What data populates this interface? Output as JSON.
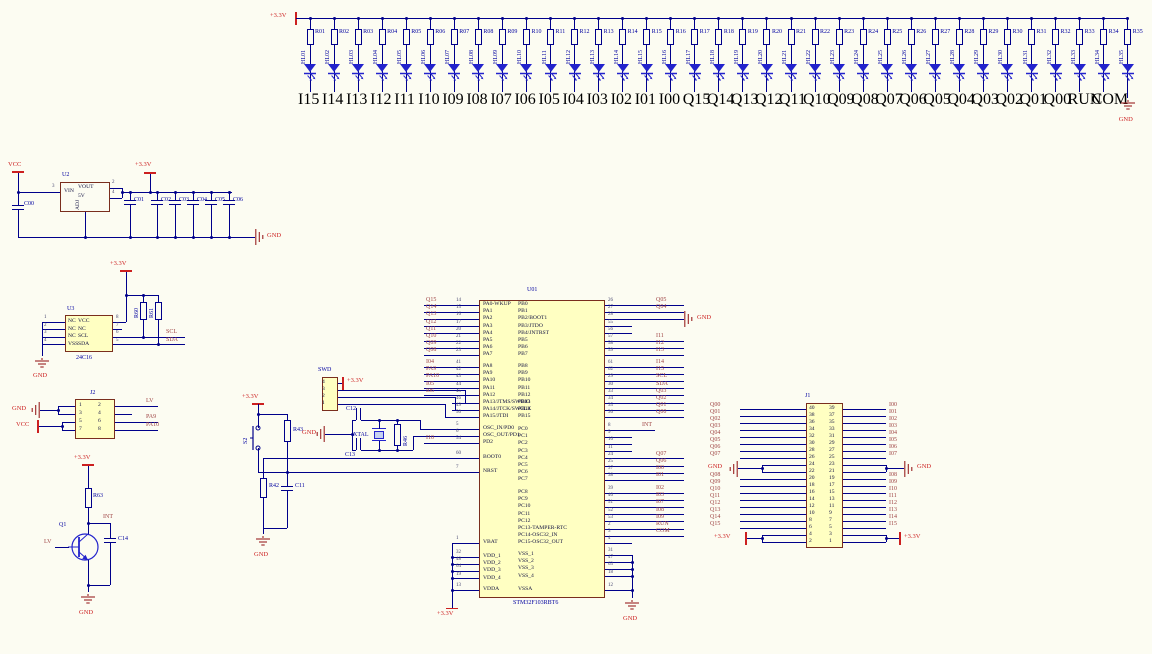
{
  "colors": {
    "background": "#FCFCF2",
    "wire": "#00008B",
    "led": "#2323CC",
    "net_label": "#9E4343",
    "power_label": "#CC2020",
    "ground": "#992222",
    "designator": "#0000A0",
    "pin_number": "#44446E",
    "pin_name": "#101040",
    "ic_fill": "#FFFFC2",
    "ic_border": "#7A2E1E",
    "xtal_fill": "#C6D2F0"
  },
  "led_array": {
    "rail_label": "+3.3V",
    "gnd_label": "GND",
    "columns": [
      {
        "r": "R01",
        "hl": "HL01",
        "net": "I15"
      },
      {
        "r": "R02",
        "hl": "HL02",
        "net": "I14"
      },
      {
        "r": "R03",
        "hl": "HL03",
        "net": "I13"
      },
      {
        "r": "R04",
        "hl": "HL04",
        "net": "I12"
      },
      {
        "r": "R05",
        "hl": "HL05",
        "net": "I11"
      },
      {
        "r": "R06",
        "hl": "HL06",
        "net": "I10"
      },
      {
        "r": "R07",
        "hl": "HL07",
        "net": "I09"
      },
      {
        "r": "R08",
        "hl": "HL08",
        "net": "I08"
      },
      {
        "r": "R09",
        "hl": "HL09",
        "net": "I07"
      },
      {
        "r": "R10",
        "hl": "HL10",
        "net": "I06"
      },
      {
        "r": "R11",
        "hl": "HL11",
        "net": "I05"
      },
      {
        "r": "R12",
        "hl": "HL12",
        "net": "I04"
      },
      {
        "r": "R13",
        "hl": "HL13",
        "net": "I03"
      },
      {
        "r": "R14",
        "hl": "HL14",
        "net": "I02"
      },
      {
        "r": "R15",
        "hl": "HL15",
        "net": "I01"
      },
      {
        "r": "R16",
        "hl": "HL16",
        "net": "I00"
      },
      {
        "r": "R17",
        "hl": "HL17",
        "net": "Q15"
      },
      {
        "r": "R18",
        "hl": "HL18",
        "net": "Q14"
      },
      {
        "r": "R19",
        "hl": "HL19",
        "net": "Q13"
      },
      {
        "r": "R20",
        "hl": "HL20",
        "net": "Q12"
      },
      {
        "r": "R21",
        "hl": "HL21",
        "net": "Q11"
      },
      {
        "r": "R22",
        "hl": "HL22",
        "net": "Q10"
      },
      {
        "r": "R23",
        "hl": "HL23",
        "net": "Q09"
      },
      {
        "r": "R24",
        "hl": "HL24",
        "net": "Q08"
      },
      {
        "r": "R25",
        "hl": "HL25",
        "net": "Q07"
      },
      {
        "r": "R26",
        "hl": "HL26",
        "net": "Q06"
      },
      {
        "r": "R27",
        "hl": "HL27",
        "net": "Q05"
      },
      {
        "r": "R28",
        "hl": "HL28",
        "net": "Q04"
      },
      {
        "r": "R29",
        "hl": "HL29",
        "net": "Q03"
      },
      {
        "r": "R30",
        "hl": "HL30",
        "net": "Q02"
      },
      {
        "r": "R31",
        "hl": "HL31",
        "net": "Q01"
      },
      {
        "r": "R32",
        "hl": "HL32",
        "net": "Q00"
      },
      {
        "r": "R33",
        "hl": "HL33",
        "net": "RUN"
      },
      {
        "r": "R34",
        "hl": "HL34",
        "net": "COM"
      },
      {
        "r": "R35",
        "hl": "HL35",
        "net": ""
      }
    ]
  },
  "regulator": {
    "designator": "U2",
    "vcc_label": "VCC",
    "v33_label": "+3.3V",
    "gnd_label": "GND",
    "vin": "VIN",
    "vout": "VOUT",
    "aux": "5V",
    "adj": "ADJ",
    "pin_in": "3",
    "pin_out": "2",
    "pin_aux": "4",
    "caps": [
      "C00",
      "C01",
      "C02",
      "C03",
      "C04",
      "C05",
      "C06"
    ]
  },
  "eeprom": {
    "designator": "U3",
    "part": "24C16",
    "v33_label": "+3.3V",
    "gnd_label": "GND",
    "left_pins": [
      [
        "1",
        "NC"
      ],
      [
        "2",
        "NC"
      ],
      [
        "3",
        "NC"
      ],
      [
        "4",
        "VSS"
      ]
    ],
    "right_pins": [
      [
        "8",
        "VCC"
      ],
      [
        "7",
        "NC"
      ],
      [
        "6",
        "SCL"
      ],
      [
        "5",
        "SDA"
      ]
    ],
    "pullups": [
      "R60",
      "R61"
    ],
    "scl": "SCL",
    "sda": "SDA"
  },
  "j2": {
    "designator": "J2",
    "gnd_label": "GND",
    "vcc_label": "VCC",
    "left_pins": [
      "1",
      "3",
      "5",
      "7"
    ],
    "right_pins": [
      "2",
      "4",
      "6",
      "8"
    ],
    "right_nets": [
      "LV",
      "",
      "PA9",
      "PA10"
    ]
  },
  "q1": {
    "designator": "Q1",
    "v33_label": "+3.3V",
    "gnd_label": "GND",
    "resistor": "R63",
    "cap": "C14",
    "int_net": "INT",
    "lv_net": "LV"
  },
  "swd": {
    "designator": "SWD",
    "v33_label": "+3.3V",
    "pins": [
      "4",
      "3",
      "2",
      "1"
    ]
  },
  "reset_osc": {
    "v33_label": "+3.3V",
    "gnd_label": "GND",
    "button": "S2",
    "r43": "R43",
    "r42": "R42",
    "r46": "R46",
    "c11": "C11",
    "c12": "C12",
    "c13": "C13",
    "xtal": "XTAL"
  },
  "mcu": {
    "designator": "U01",
    "part": "STM32F103RBT6",
    "v33_label": "+3.3V",
    "gnd_label": "GND",
    "left_groups": [
      [
        [
          "14",
          "PA0-WKUP",
          "Q15"
        ],
        [
          "15",
          "PA1",
          "Q14"
        ],
        [
          "16",
          "PA2",
          "Q13"
        ],
        [
          "17",
          "PA3",
          "Q12"
        ],
        [
          "20",
          "PA4",
          "Q11"
        ],
        [
          "21",
          "PA5",
          "Q10"
        ],
        [
          "22",
          "PA6",
          "Q09"
        ],
        [
          "23",
          "PA7",
          "Q08"
        ]
      ],
      [
        [
          "41",
          "PA8",
          "I04"
        ],
        [
          "42",
          "PA9",
          "PA9"
        ],
        [
          "43",
          "PA10",
          "PA10"
        ],
        [
          "44",
          "PA11",
          "I05"
        ],
        [
          "45",
          "PA12",
          "I06"
        ],
        [
          "46",
          "PA13/JTMS/SWDIO",
          ""
        ],
        [
          "49",
          "PA14/JTCK/SWCLK",
          ""
        ],
        [
          "50",
          "PA15/JTDI",
          ""
        ]
      ],
      [
        [
          "5",
          "OSC_IN/PD0",
          ""
        ],
        [
          "6",
          "OSC_OUT/PD1",
          ""
        ],
        [
          "54",
          "PD2",
          "I10"
        ]
      ],
      [
        [
          "60",
          "BOOT0",
          ""
        ]
      ],
      [
        [
          "7",
          "NRST",
          ""
        ]
      ],
      [
        [
          "1",
          "VBAT",
          ""
        ]
      ],
      [
        [
          "32",
          "VDD_1",
          ""
        ],
        [
          "48",
          "VDD_2",
          ""
        ],
        [
          "64",
          "VDD_3",
          ""
        ],
        [
          "19",
          "VDD_4",
          ""
        ]
      ],
      [
        [
          "13",
          "VDDA",
          ""
        ]
      ]
    ],
    "right_groups": [
      [
        [
          "26",
          "PB0",
          "Q05"
        ],
        [
          "27",
          "PB1",
          "Q04"
        ],
        [
          "28",
          "PB2/BOOT1",
          "GND"
        ],
        [
          "55",
          "PB3/JTDO",
          ""
        ],
        [
          "56",
          "PB4/JNTRST",
          ""
        ],
        [
          "57",
          "PB5",
          "I11"
        ],
        [
          "58",
          "PB6",
          "I12"
        ],
        [
          "59",
          "PB7",
          "I13"
        ]
      ],
      [
        [
          "61",
          "PB8",
          "I14"
        ],
        [
          "62",
          "PB9",
          "I15"
        ],
        [
          "29",
          "PB10",
          "SCL"
        ],
        [
          "30",
          "PB11",
          "SDA"
        ],
        [
          "33",
          "PB12",
          "Q03"
        ],
        [
          "34",
          "PB13",
          "Q02"
        ],
        [
          "35",
          "PB14",
          "Q01"
        ],
        [
          "36",
          "PB15",
          "Q00"
        ]
      ],
      [
        [
          "8",
          "PC0",
          "INT"
        ],
        [
          "9",
          "PC1",
          ""
        ],
        [
          "10",
          "PC2",
          ""
        ],
        [
          "11",
          "PC3",
          ""
        ],
        [
          "24",
          "PC4",
          "Q07"
        ],
        [
          "25",
          "PC5",
          "Q06"
        ],
        [
          "37",
          "PC6",
          "I00"
        ],
        [
          "38",
          "PC7",
          "I01"
        ]
      ],
      [
        [
          "39",
          "PC8",
          "I02"
        ],
        [
          "40",
          "PC9",
          "I03"
        ],
        [
          "51",
          "PC10",
          "I07"
        ],
        [
          "52",
          "PC11",
          "I08"
        ],
        [
          "53",
          "PC12",
          "I09"
        ],
        [
          "2",
          "PC13-TAMPER-RTC",
          "RUN"
        ],
        [
          "3",
          "PC14-OSC32_IN",
          "COM"
        ],
        [
          "4",
          "PC15-OSC32_OUT",
          ""
        ]
      ],
      [
        [
          "31",
          "VSS_1",
          ""
        ],
        [
          "47",
          "VSS_2",
          ""
        ],
        [
          "63",
          "VSS_3",
          ""
        ],
        [
          "18",
          "VSS_4",
          ""
        ]
      ],
      [
        [
          "12",
          "VSSA",
          ""
        ]
      ]
    ]
  },
  "j1": {
    "designator": "J1",
    "gnd_label": "GND",
    "v33_label": "+3.3V",
    "left_pins": [
      "40",
      "38",
      "36",
      "34",
      "32",
      "30",
      "28",
      "26",
      "24",
      "22",
      "20",
      "18",
      "16",
      "14",
      "12",
      "10",
      "8",
      "6",
      "4",
      "2"
    ],
    "right_pins": [
      "39",
      "37",
      "35",
      "33",
      "31",
      "29",
      "27",
      "25",
      "23",
      "21",
      "19",
      "17",
      "15",
      "13",
      "11",
      "9",
      "7",
      "5",
      "3",
      "1"
    ],
    "left_nets_top": [
      "Q00",
      "Q01",
      "Q02",
      "Q03",
      "Q04",
      "Q05",
      "Q06",
      "Q07"
    ],
    "left_nets_bottom": [
      "Q08",
      "Q09",
      "Q10",
      "Q11",
      "Q12",
      "Q13",
      "Q14",
      "Q15"
    ],
    "right_nets_top": [
      "I00",
      "I01",
      "I02",
      "I03",
      "I04",
      "I05",
      "I06",
      "I07"
    ],
    "right_nets_bottom": [
      "I08",
      "I09",
      "I10",
      "I11",
      "I12",
      "I13",
      "I14",
      "I15"
    ]
  }
}
